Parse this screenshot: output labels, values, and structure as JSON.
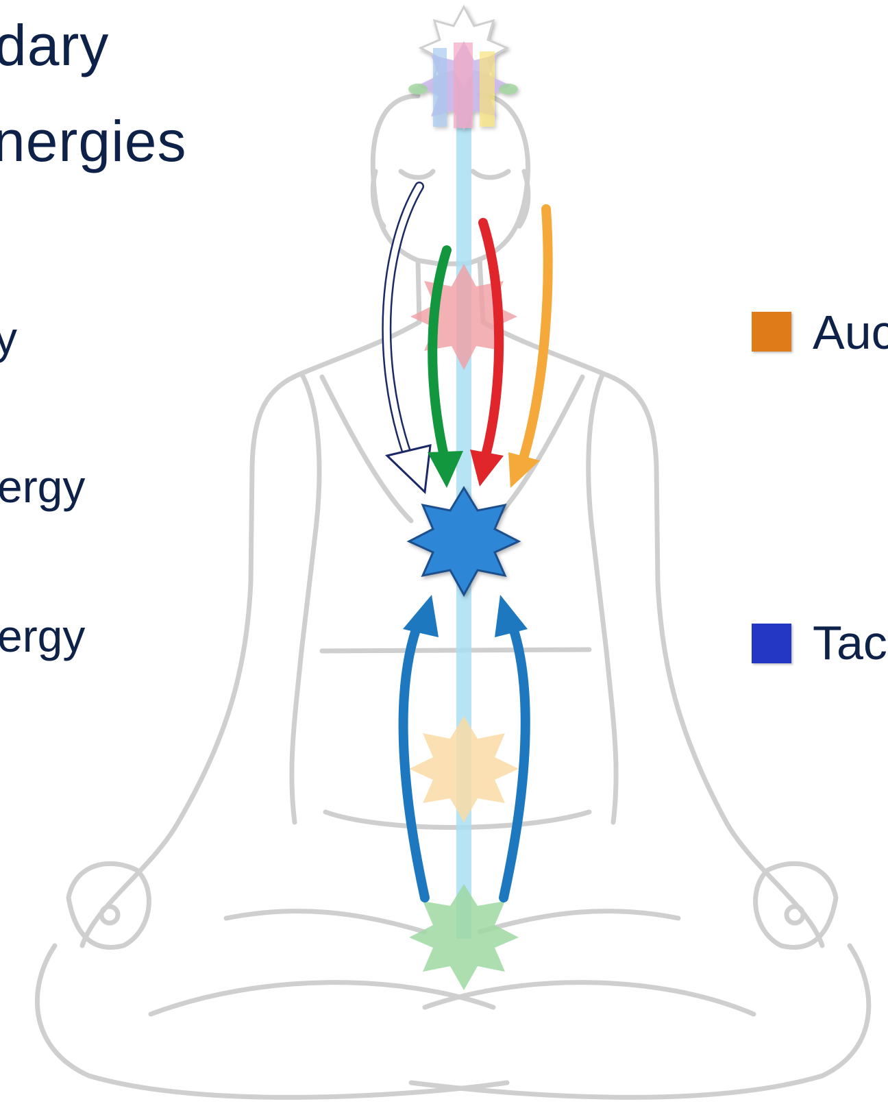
{
  "title": {
    "line1": "dary",
    "line2": "nergies"
  },
  "labels": {
    "item1": "y",
    "item2": "ergy",
    "item3": "ergy"
  },
  "legend": [
    {
      "label": "Auc",
      "color": "#e07b1a"
    },
    {
      "label": "Tac",
      "color": "#2336c4"
    }
  ],
  "diagram": {
    "figure": "seated-meditation-figure",
    "colors": {
      "central_channel": "#a9dff3",
      "heart_flower": "#2f86d6",
      "arrow_green": "#12963e",
      "arrow_red": "#e0262a",
      "arrow_orange": "#f6a93b",
      "arrow_blue": "#1d78c0",
      "outline": "#cfcfcf"
    }
  }
}
